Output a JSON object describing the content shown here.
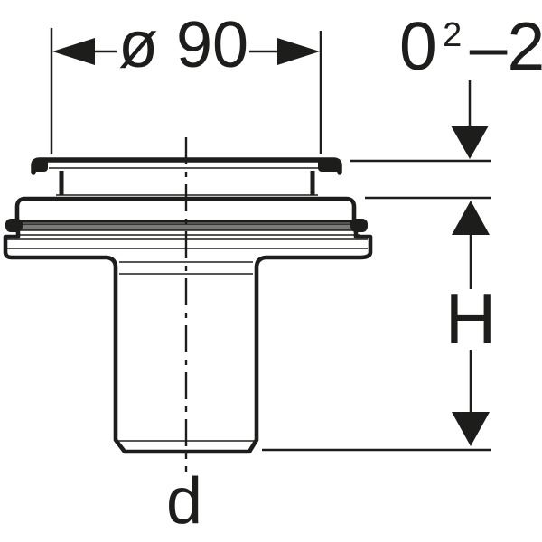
{
  "drawing": {
    "title": "floor-drain outlet fitting — dimensioned side elevation",
    "labels": {
      "diameter": "ø 90",
      "reference_base": "0",
      "reference_sup": "2",
      "reference_tail": "–2",
      "height": "H",
      "outlet_diameter": "d"
    },
    "colors": {
      "line": "#1d1d1b",
      "gasket_band": "#7a7a78",
      "background": "#ffffff"
    }
  }
}
